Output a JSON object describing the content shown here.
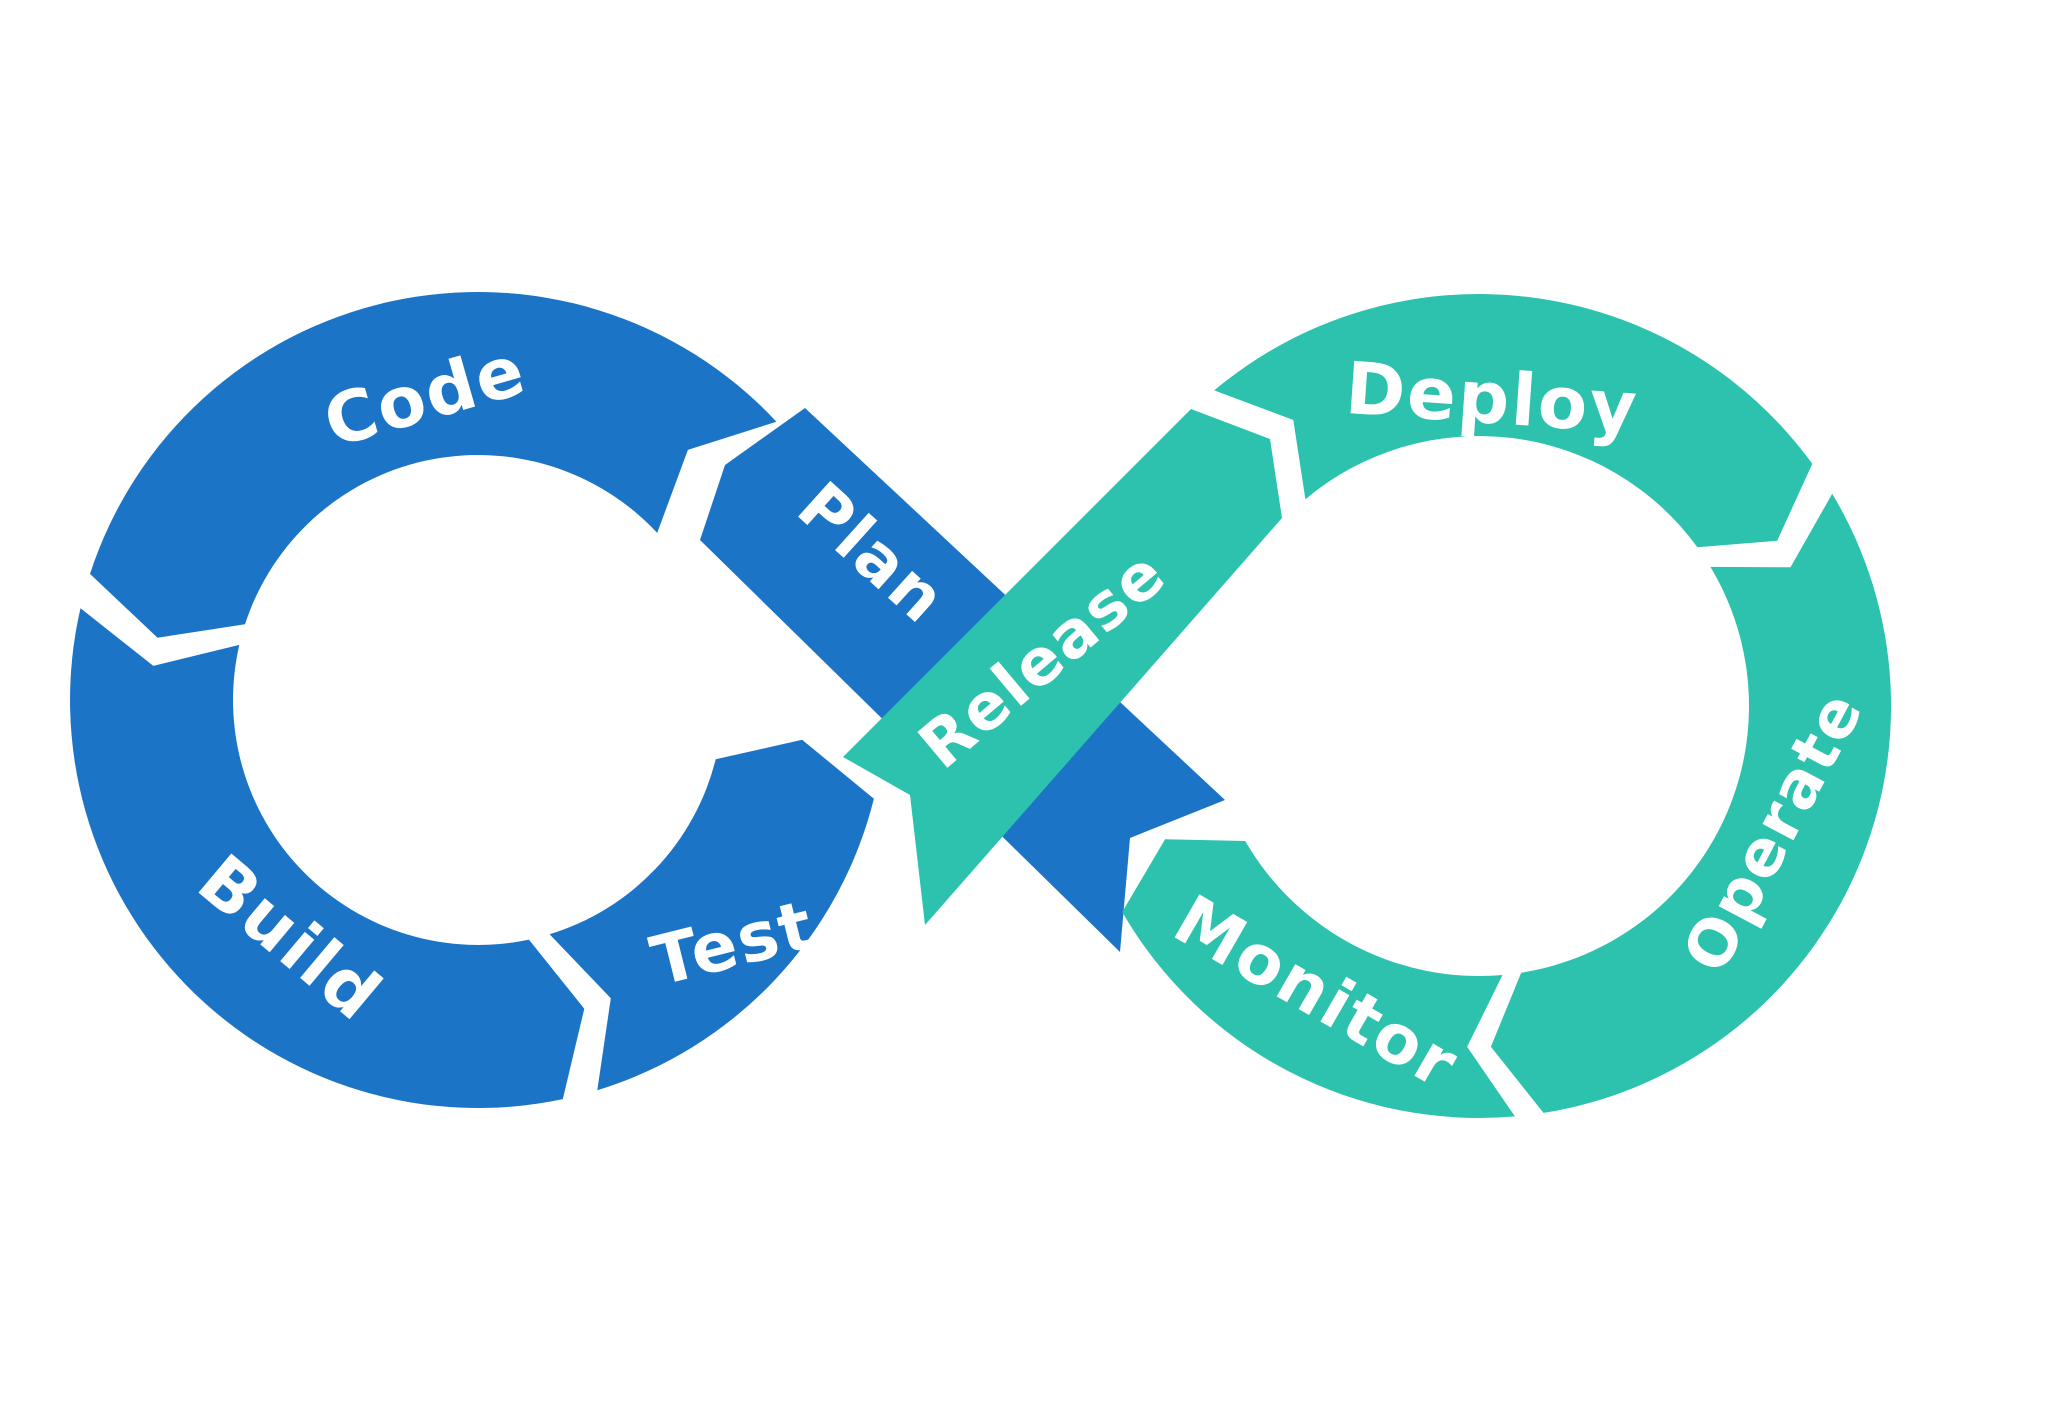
{
  "diagram": {
    "title": "DevOps infinity lifecycle loop",
    "background": "#ffffff",
    "colors": {
      "blue": "#1b74c5",
      "teal": "#2cc2ae",
      "text": "#ffffff"
    },
    "segments": [
      {
        "id": "plan",
        "label": "Plan",
        "color": "blue"
      },
      {
        "id": "code",
        "label": "Code",
        "color": "blue"
      },
      {
        "id": "build",
        "label": "Build",
        "color": "blue"
      },
      {
        "id": "test",
        "label": "Test",
        "color": "blue"
      },
      {
        "id": "release",
        "label": "Release",
        "color": "teal"
      },
      {
        "id": "deploy",
        "label": "Deploy",
        "color": "teal"
      },
      {
        "id": "operate",
        "label": "Operate",
        "color": "teal"
      },
      {
        "id": "monitor",
        "label": "Monitor",
        "color": "teal"
      }
    ]
  }
}
